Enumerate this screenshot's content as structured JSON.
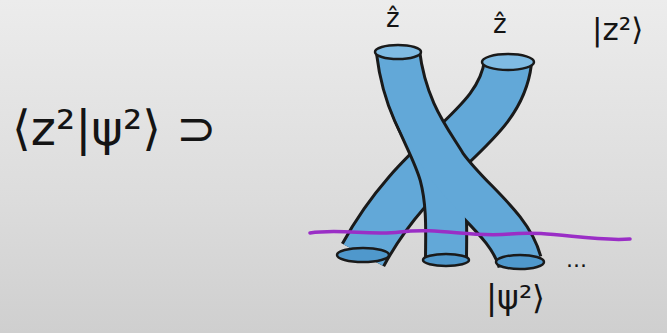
{
  "diagram": {
    "labels": [
      "⟨z²|ψ²⟩ ⊃",
      "ẑ",
      "ẑ",
      "|z²⟩",
      "|ψ²⟩",
      "..."
    ]
  }
}
